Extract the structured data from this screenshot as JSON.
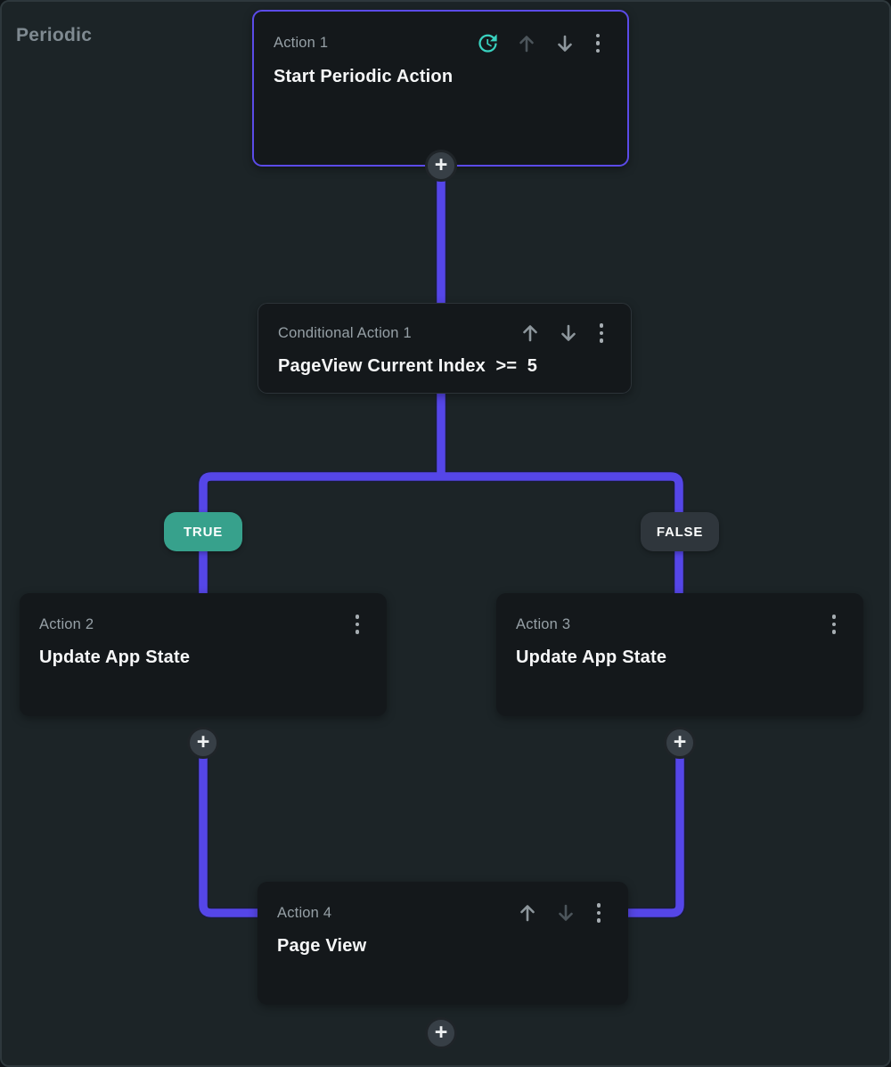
{
  "trigger": {
    "label": "Periodic"
  },
  "nodes": {
    "action1": {
      "label": "Action 1",
      "title": "Start Periodic Action"
    },
    "conditional1": {
      "label": "Conditional Action 1",
      "title": "PageView Current Index  >=  5"
    },
    "action2": {
      "label": "Action 2",
      "title": "Update App State"
    },
    "action3": {
      "label": "Action 3",
      "title": "Update App State"
    },
    "action4": {
      "label": "Action 4",
      "title": "Page View"
    }
  },
  "branch": {
    "true_label": "TRUE",
    "false_label": "FALSE"
  },
  "add_action": {
    "label": "+"
  },
  "icons": {
    "action1": [
      "periodic-update-icon",
      "arrow-up-icon",
      "arrow-down-icon",
      "kebab-menu-icon"
    ],
    "conditional1": [
      "arrow-up-icon",
      "arrow-down-icon",
      "kebab-menu-icon"
    ],
    "action2": [
      "kebab-menu-icon"
    ],
    "action3": [
      "kebab-menu-icon"
    ],
    "action4": [
      "arrow-up-icon",
      "arrow-down-icon",
      "kebab-menu-icon"
    ]
  },
  "colors": {
    "connector": "#5546e8",
    "selected_border": "#5b4be8",
    "periodic_icon_teal": "#39d2c0",
    "true_badge": "#37a18c",
    "false_badge": "#2f363c",
    "card_background": "#14181b",
    "canvas_background": "#1c2427"
  }
}
